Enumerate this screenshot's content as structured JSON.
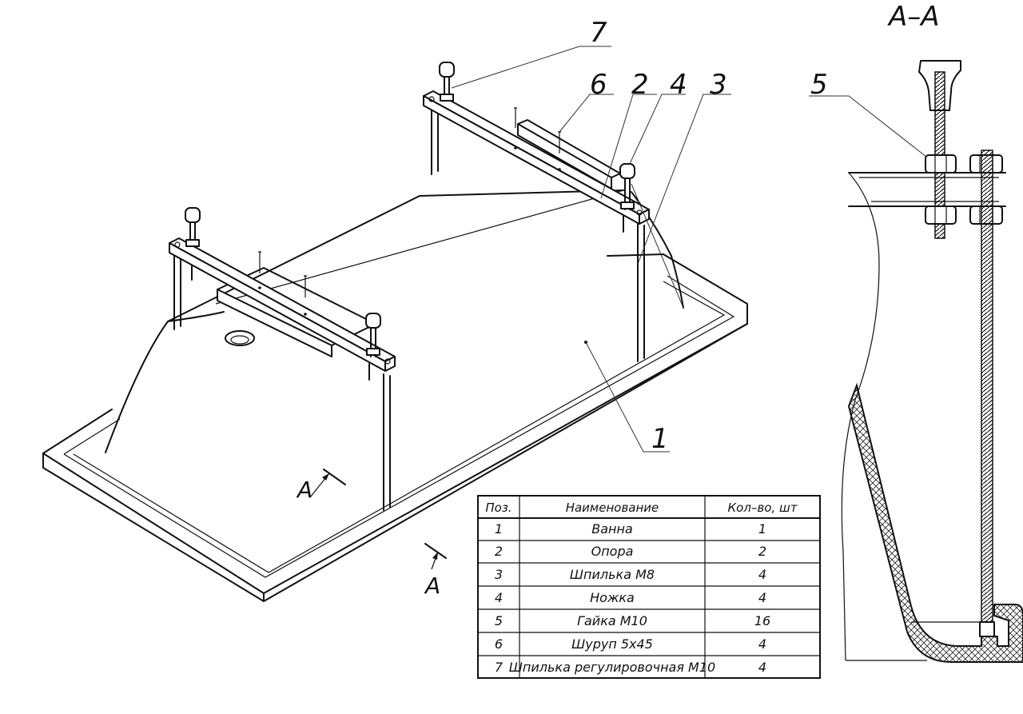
{
  "labels": {
    "section_title": "A–A",
    "callouts": [
      "1",
      "2",
      "3",
      "4",
      "5",
      "6",
      "7"
    ],
    "cut_marker": "A"
  },
  "parts_table": {
    "headers": [
      "Поз.",
      "Наименование",
      "Кол–во, шт"
    ],
    "rows": [
      [
        "1",
        "Ванна",
        "1"
      ],
      [
        "2",
        "Опора",
        "2"
      ],
      [
        "3",
        "Шпилька  М8",
        "4"
      ],
      [
        "4",
        "Ножка",
        "4"
      ],
      [
        "5",
        "Гайка М10",
        "16"
      ],
      [
        "6",
        "Шуруп 5х45",
        "4"
      ],
      [
        "7",
        "Шпилька регулировочная М10",
        "4"
      ]
    ]
  }
}
